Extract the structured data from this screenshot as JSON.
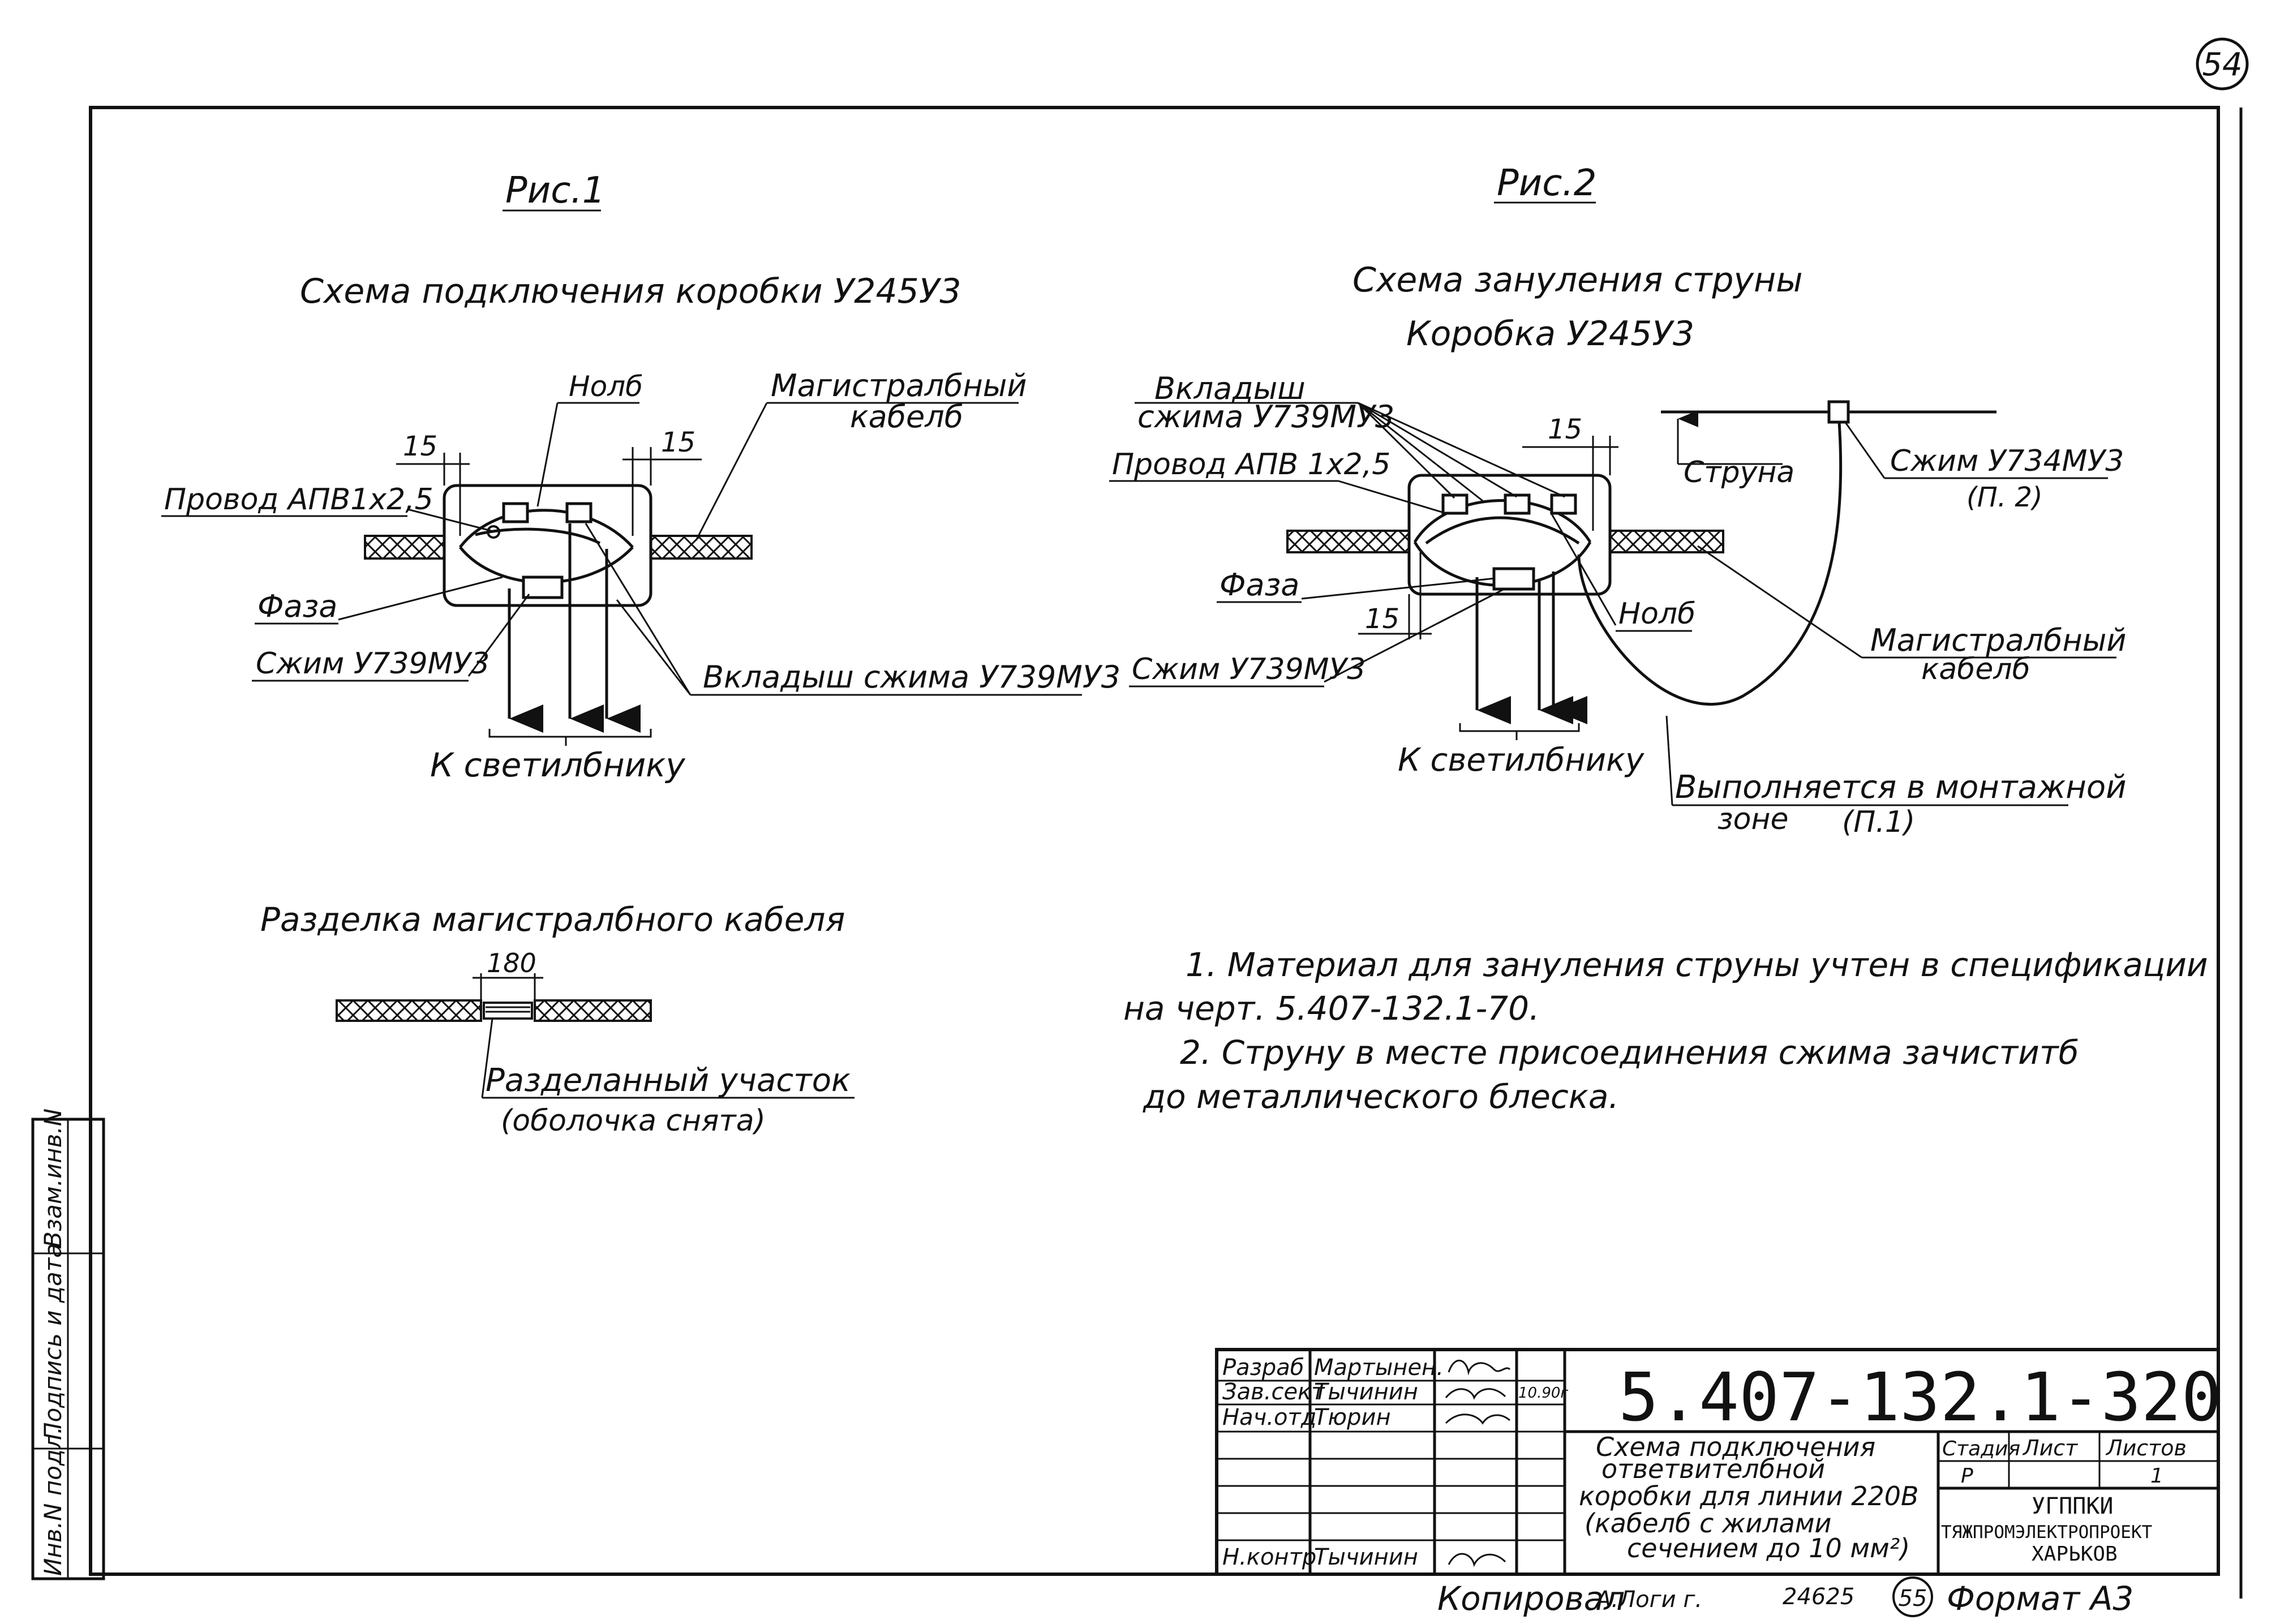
{
  "sheet_number": "54",
  "fig1": {
    "label": "Рис.1",
    "title": "Схема подключения коробки У245У3",
    "callouts": {
      "nol": "Нолб",
      "main_cable_1": "Магистралбный",
      "main_cable_2": "кабелб",
      "wire": "Провод АПВ1х2,5",
      "phase": "Фаза",
      "clamp": "Сжим У739МУ3",
      "insert": "Вкладыш сжима У739МУ3",
      "lamp": "К светилбнику"
    },
    "dim_left": "15",
    "dim_right": "15"
  },
  "fig2": {
    "label": "Рис.2",
    "title_1": "Схема зануления струны",
    "title_2": "Коробка У245У3",
    "callouts": {
      "insert_1": "Вкладыш",
      "insert_2": "сжима У739МУ3",
      "wire": "Провод АПВ 1х2,5",
      "string": "Струна",
      "string_clamp": "Сжим У734МУ3",
      "string_clamp_note": "(П. 2)",
      "phase": "Фаза",
      "nol": "Нолб",
      "main_cable_1": "Магистралбный",
      "main_cable_2": "кабелб",
      "clamp": "Сжим У739МУ3",
      "lamp": "К светилбнику",
      "mount_1": "Выполняется в монтажной",
      "mount_2": "зоне",
      "mount_note": "(П.1)"
    },
    "dim_top": "15",
    "dim_bottom": "15"
  },
  "cutting": {
    "title": "Разделка магистралбного кабеля",
    "dim": "180",
    "label_1": "Разделанный участок",
    "label_2": "(оболочка снята)"
  },
  "notes": {
    "n1_a": "1. Материал для зануления струны учтен в спецификации",
    "n1_b": "на черт. 5.407-132.1-70.",
    "n2_a": "2. Струну в месте присоединения сжима зачиститб",
    "n2_b": "до металлического блеска."
  },
  "side_stamp": {
    "c1": "Инв.N подл.",
    "c2": "Подпись и дата",
    "c3": "Взам.инв.N"
  },
  "title_block": {
    "code": "5.407-132.1-320",
    "roles": [
      "Разраб",
      "Зав.сект",
      "Нач.отд",
      "",
      "",
      "",
      "Н.контр"
    ],
    "names": [
      "Мартынен.",
      "Тычинин",
      "Тюрин",
      "",
      "",
      "",
      "Тычинин"
    ],
    "date": "10.90г",
    "desc": [
      "Схема подключения",
      "ответвителбной",
      "коробки для линии 220В",
      "(кабелб с жилами",
      "сечением до 10 мм²)"
    ],
    "stage_label": "Стадия",
    "sheet_label": "Лист",
    "sheets_label": "Листов",
    "stage": "Р",
    "sheets": "1",
    "org": [
      "УГППКИ",
      "ТЯЖПРОМЭЛЕКТРОПРОЕКТ",
      "ХАРЬКОВ"
    ]
  },
  "footer": {
    "copied": "Копировал",
    "copied_sig": "А.Логи г.",
    "order": "24625",
    "page": "55",
    "format": "Формат А3"
  }
}
